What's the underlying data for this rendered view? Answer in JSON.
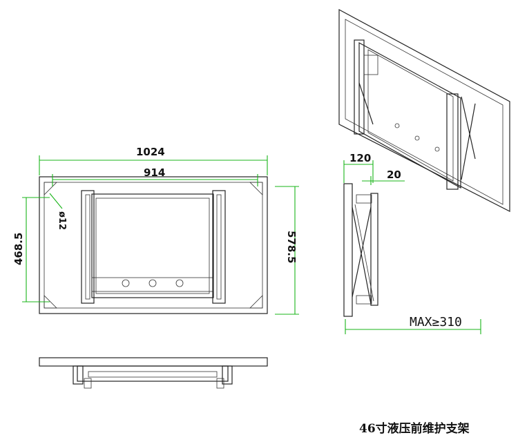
{
  "dimensions": {
    "outer_width": "1024",
    "inner_width": "914",
    "left_height": "468.5",
    "right_height": "578.5",
    "hole": "ø12",
    "side_depth": "120",
    "side_offset": "20",
    "max_extension": "MAX≥310"
  },
  "caption": "46寸液压前维护支架"
}
